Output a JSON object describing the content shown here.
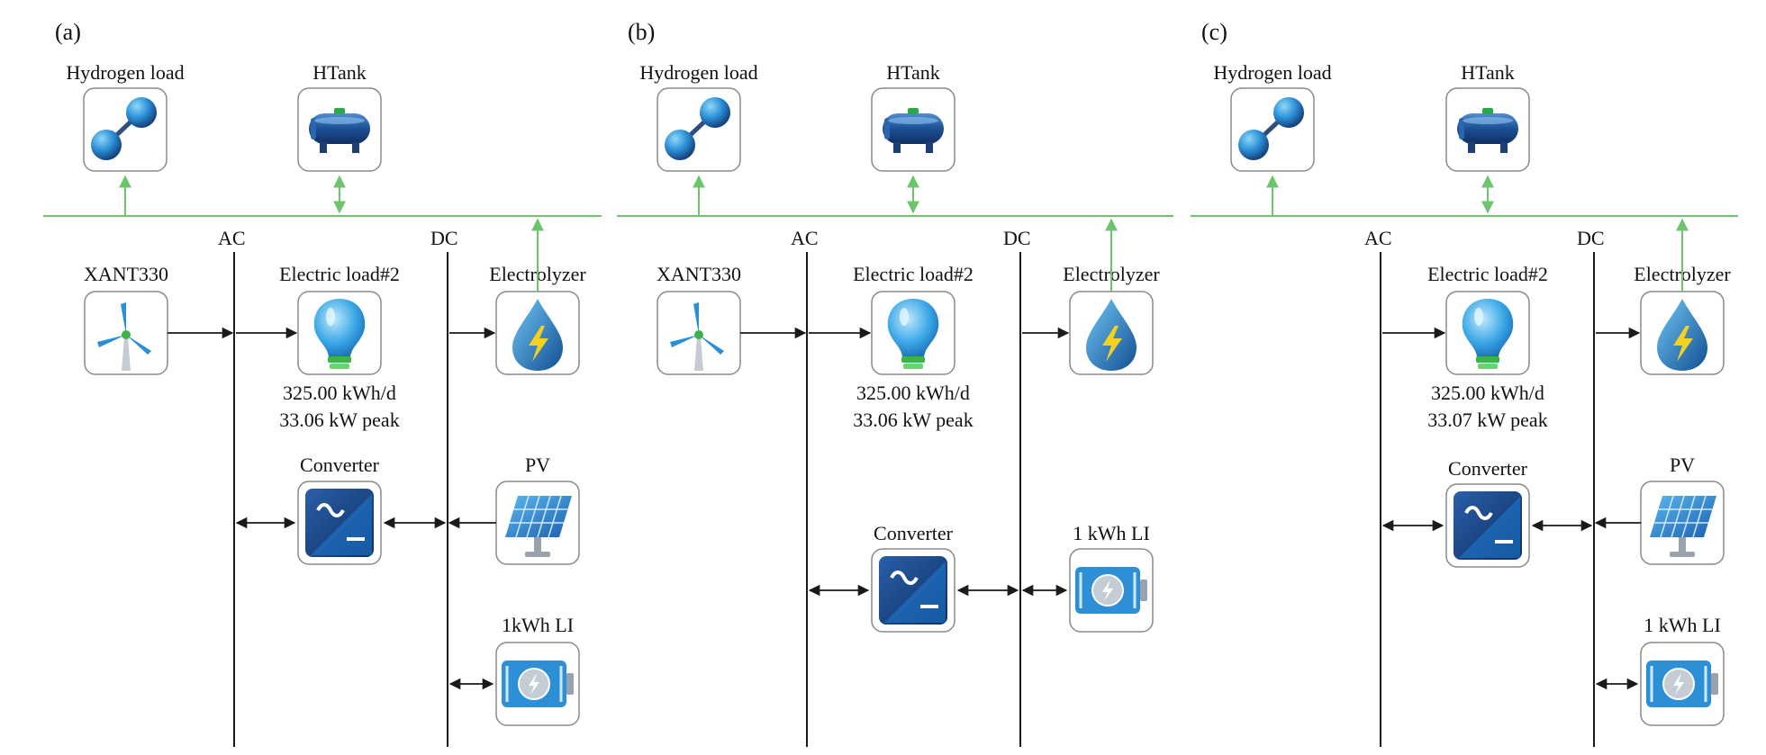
{
  "colors": {
    "hydrogen_bus": "#6cc46c",
    "electric_wire": "#1a1a1a",
    "icon_blue": "#1f5fa8",
    "icon_light_blue": "#3aa7e6"
  },
  "bus_labels": {
    "ac": "AC",
    "dc": "DC"
  },
  "panels": [
    {
      "label": "(a)",
      "hydrogen_load": {
        "name": "Hydrogen load",
        "icon": "hydrogen-molecule-icon"
      },
      "htank": {
        "name": "HTank",
        "icon": "hydrogen-tank-icon"
      },
      "wind": {
        "name": "XANT330",
        "icon": "wind-turbine-icon"
      },
      "electric_load": {
        "name": "Electric load#2",
        "icon": "light-bulb-icon",
        "energy": "325.00 kWh/d",
        "peak": "33.06 kW peak"
      },
      "electrolyzer": {
        "name": "Electrolyzer",
        "icon": "electrolyzer-icon"
      },
      "converter": {
        "name": "Converter",
        "icon": "converter-icon"
      },
      "pv": {
        "name": "PV",
        "icon": "solar-panel-icon"
      },
      "battery": {
        "name": "1kWh LI",
        "icon": "battery-icon"
      }
    },
    {
      "label": "(b)",
      "hydrogen_load": {
        "name": "Hydrogen load",
        "icon": "hydrogen-molecule-icon"
      },
      "htank": {
        "name": "HTank",
        "icon": "hydrogen-tank-icon"
      },
      "wind": {
        "name": "XANT330",
        "icon": "wind-turbine-icon"
      },
      "electric_load": {
        "name": "Electric load#2",
        "icon": "light-bulb-icon",
        "energy": "325.00 kWh/d",
        "peak": "33.06 kW peak"
      },
      "electrolyzer": {
        "name": "Electrolyzer",
        "icon": "electrolyzer-icon"
      },
      "converter": {
        "name": "Converter",
        "icon": "converter-icon"
      },
      "battery": {
        "name": "1 kWh LI",
        "icon": "battery-icon"
      }
    },
    {
      "label": "(c)",
      "hydrogen_load": {
        "name": "Hydrogen load",
        "icon": "hydrogen-molecule-icon"
      },
      "htank": {
        "name": "HTank",
        "icon": "hydrogen-tank-icon"
      },
      "electric_load": {
        "name": "Electric load#2",
        "icon": "light-bulb-icon",
        "energy": "325.00 kWh/d",
        "peak": "33.07 kW peak"
      },
      "electrolyzer": {
        "name": "Electrolyzer",
        "icon": "electrolyzer-icon"
      },
      "converter": {
        "name": "Converter",
        "icon": "converter-icon"
      },
      "pv": {
        "name": "PV",
        "icon": "solar-panel-icon"
      },
      "battery": {
        "name": "1 kWh LI",
        "icon": "battery-icon"
      }
    }
  ]
}
